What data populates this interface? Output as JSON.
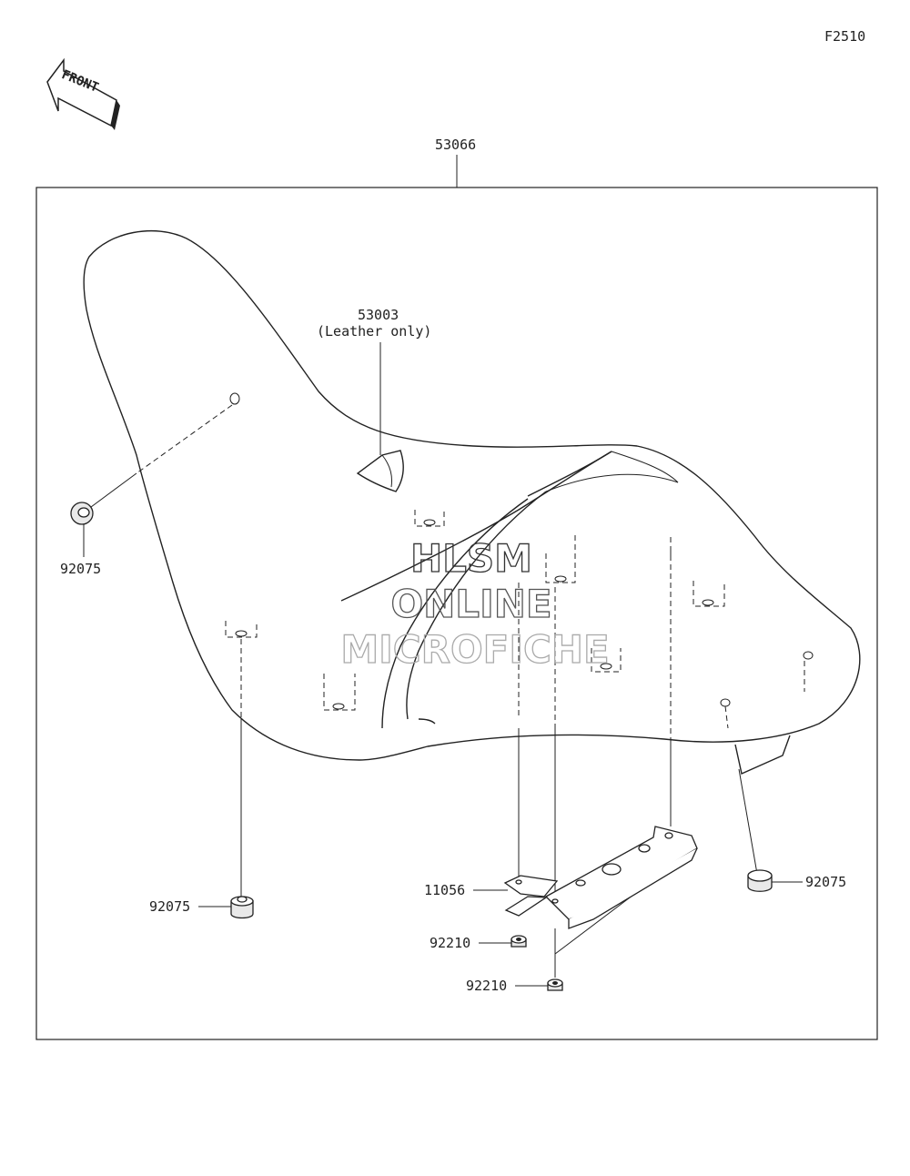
{
  "figure_code": "F2510",
  "front_label": "FRONT",
  "watermark": {
    "line1": "HLSM",
    "line2": "ONLINE",
    "line3": "MICROFICHE"
  },
  "parts": {
    "seat_assy": "53066",
    "cover": "53003",
    "cover_note": "(Leather only)",
    "damper_left_top": "92075",
    "damper_left_bottom": "92075",
    "damper_right": "92075",
    "bracket": "11056",
    "nut_1": "92210",
    "nut_2": "92210"
  }
}
